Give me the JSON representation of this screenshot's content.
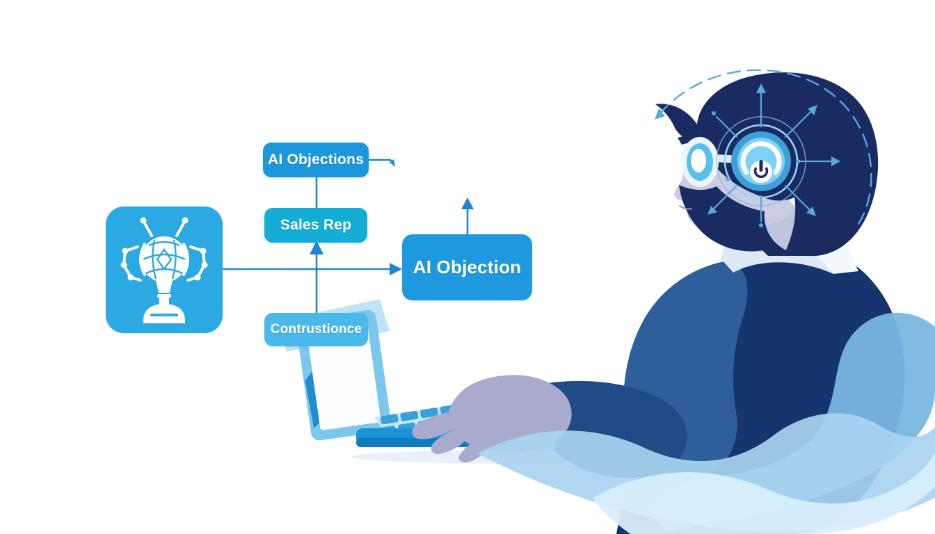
{
  "illustration": {
    "description": "Flat vector illustration: salesperson with an AI headset typing on a laptop, beside an AI objection-handling flowchart",
    "background_color": "#ffffff"
  },
  "flowchart": {
    "icon_box": {
      "icon": "ai-brain-lightbulb-person-icon",
      "color": "#2BA9E2",
      "glyph_color": "#FFFFFF"
    },
    "boxes": {
      "top": {
        "label": "AI Objections",
        "color": "#1D97DB"
      },
      "middle": {
        "label": "Sales Rep",
        "color": "#14ADD5"
      },
      "bottom": {
        "label": "Contrustionce",
        "color": "#49B8EA"
      },
      "main": {
        "label": "AI Objection",
        "color": "#1E98DE"
      }
    },
    "connector_color": "#1C86D4"
  },
  "figure": {
    "colors": {
      "suit_dark": "#16356E",
      "suit_arm": "#2F5F9B",
      "forearm": "#1F4C86",
      "skin_face": "#C9CCE3",
      "skin_hand": "#A9ABCE",
      "hair": "#1A2B62",
      "collar": "#DCEAF8",
      "shirt": "#F3F8FD",
      "cuff": "#C7E2F5",
      "glasses_lens": "#57C0EC",
      "headset_outer": "#3F9FD9",
      "headset_inner": "#7ED2F3",
      "tech_line": "#57A9DE",
      "laptop_frame": "#7CC7ED",
      "laptop_accent": "#1F8BD1",
      "laptop_base": "#1B94D6",
      "laptop_base_front": "#0F7CC0",
      "keys": "#2E9FDD",
      "key_bed": "#C9E6F6",
      "wave_medium": "#7AB6E2",
      "wave_light": "#A9D3F0",
      "wave_lightest": "#D8EEFB",
      "shadow": "#E8F1F9",
      "screen_flap": "#8FCBEE"
    }
  }
}
